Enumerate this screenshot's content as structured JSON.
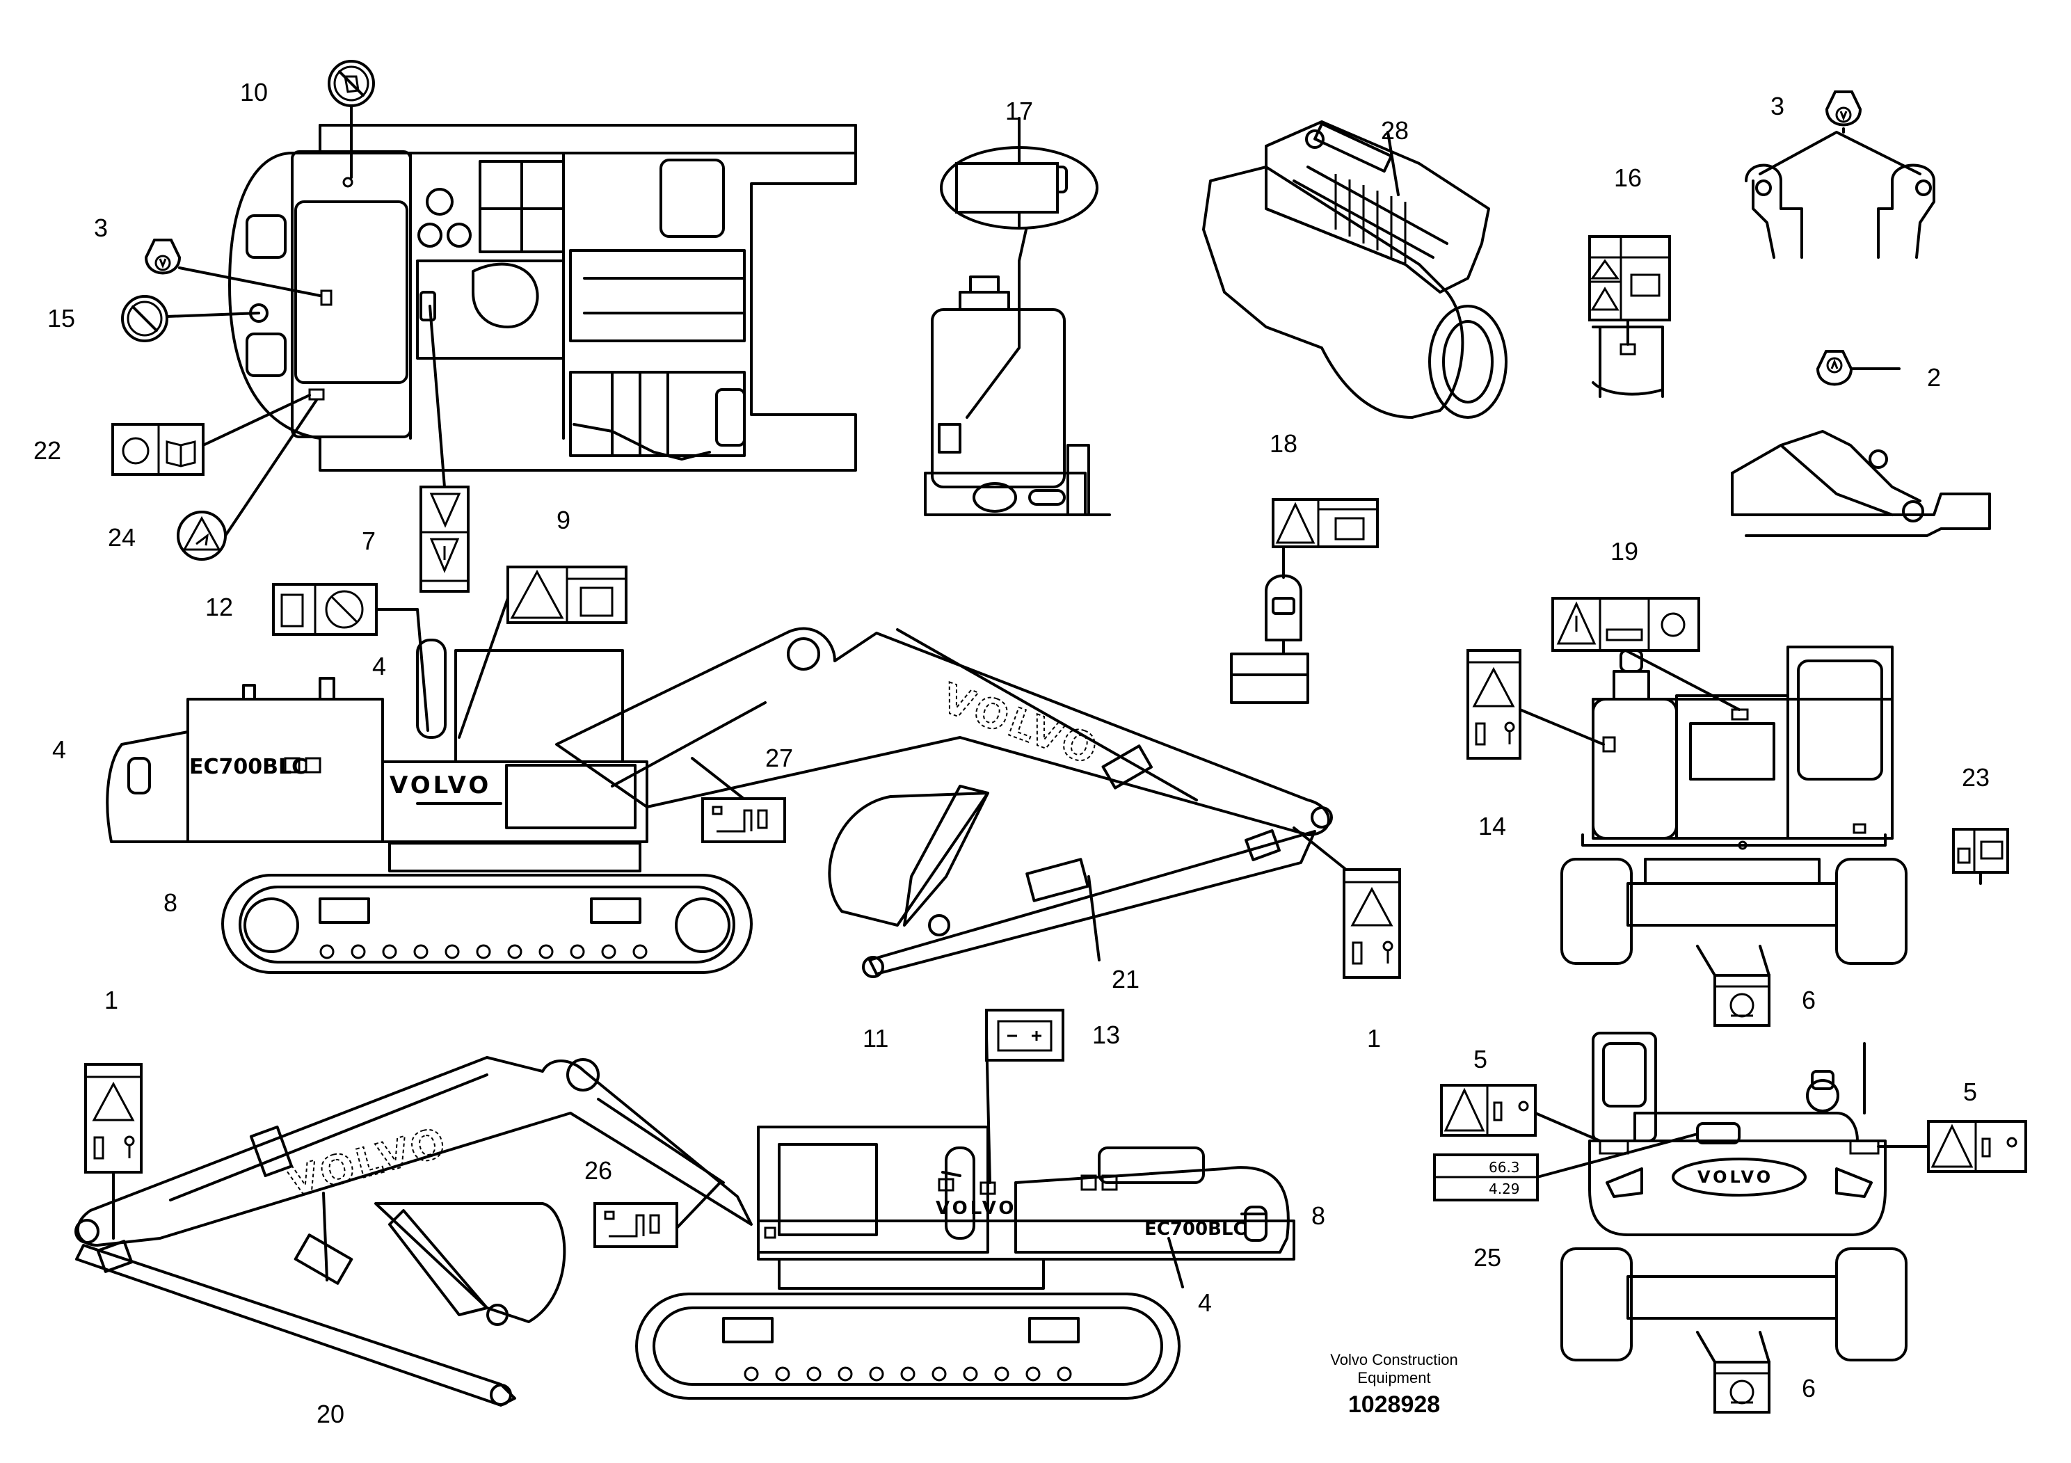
{
  "callouts": [
    "1",
    "2",
    "3",
    "4",
    "5",
    "6",
    "7",
    "8",
    "9",
    "10",
    "11",
    "12",
    "13",
    "14",
    "15",
    "16",
    "17",
    "18",
    "19",
    "20",
    "21",
    "22",
    "23",
    "24",
    "25",
    "26",
    "27",
    "28"
  ],
  "brand_text": "VOLVO",
  "model_text": "EC700BLC",
  "weight_sign": {
    "line1": "66.3",
    "line2": "4.29"
  },
  "footer": {
    "company_line1": "Volvo Construction",
    "company_line2": "Equipment",
    "part_number": "1028928"
  }
}
